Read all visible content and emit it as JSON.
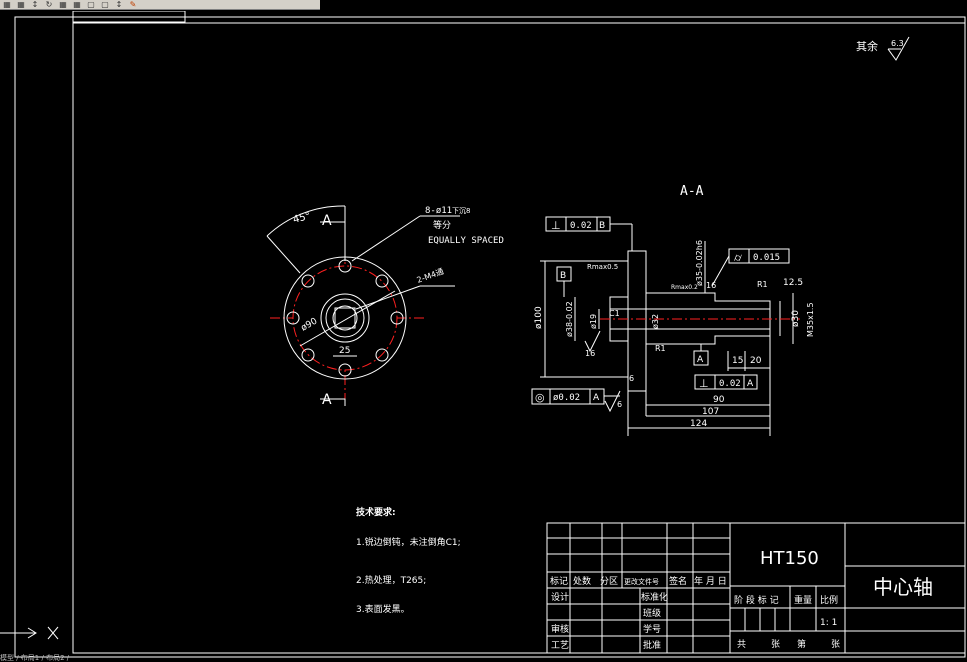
{
  "toolbar": {
    "icons": [
      "grid-icon",
      "grid-icon",
      "arrow-icon",
      "rotate-icon",
      "grid-icon",
      "grid-icon",
      "square-icon",
      "square-icon",
      "arrow-icon",
      "pencil-icon"
    ]
  },
  "colors": {
    "background": "#000000",
    "line": "#ffffff",
    "centerline": "#ff2020",
    "border": "#ffffff"
  },
  "surface_finish": {
    "label": "其余",
    "value": "6.3"
  },
  "section_label": "A-A",
  "front_view": {
    "angle": "45°",
    "section_mark_top": "A",
    "section_mark_bottom": "A",
    "hole_note_1": "8-ø11",
    "hole_note_1_suffix": "下沉8",
    "hole_note_2": "等分",
    "hole_note_3": "EQUALLY SPACED",
    "thread_note": "2-M4通",
    "dia_90": "ø90",
    "dim_25": "25"
  },
  "section_view": {
    "gdt_top": {
      "symbol": "⊥",
      "value": "0.02",
      "datum": "B"
    },
    "gdt_cyl": {
      "symbol": "⌭",
      "value": "0.015"
    },
    "gdt_mid": {
      "symbol": "⊥",
      "value": "0.02",
      "datum": "A"
    },
    "gdt_conc": {
      "symbol": "◎",
      "value": "ø0.02",
      "datum": "A"
    },
    "datum_b": "B",
    "datum_a": "A",
    "rough_1": "Rmax0.5",
    "rough_2": "Rmax0.2",
    "rough_3": "R1",
    "rough_4": "12.5",
    "dim_dia100": "ø100",
    "dim_dia38": "ø38-0.02",
    "dim_dia19": "ø19",
    "dim_dia32": "ø32",
    "dim_c1": "C1",
    "dim_16a": "16",
    "dim_16b": "16",
    "dim_dia35": "ø35-0.02h6",
    "dim_dia30": "ø30",
    "dim_m35": "M35x1.5",
    "dim_15": "15",
    "dim_20": "20",
    "dim_90": "90",
    "dim_107": "107",
    "dim_124": "124",
    "dim_6": "6",
    "dim_6b": "6",
    "dim_r1": "R1"
  },
  "tech_req": {
    "title": "技术要求:",
    "line1": "1.锐边倒钝，未注倒角C1;",
    "line2": "2.热处理，T265;",
    "line3": "3.表面发黑。"
  },
  "title_block": {
    "material": "HT150",
    "part_name": "中心轴",
    "header": [
      "标记",
      "处数",
      "分区",
      "更改文件号",
      "签名",
      "年 月 日"
    ],
    "row_design": "设计",
    "row_standard": "标准化",
    "row_class": "班级",
    "row_student": "学号",
    "row_review": "审核",
    "row_process": "工艺",
    "row_approve": "批准",
    "stage_mark": "阶 段 标 记",
    "weight": "重量",
    "scale": "比例",
    "scale_value": "1: 1",
    "sheets_total_label": "共",
    "sheets_unit": "张",
    "sheets_no_label": "第",
    "sheets_unit2": "张"
  },
  "layout_tabs": "模型 / 布局1 / 布局2 /"
}
